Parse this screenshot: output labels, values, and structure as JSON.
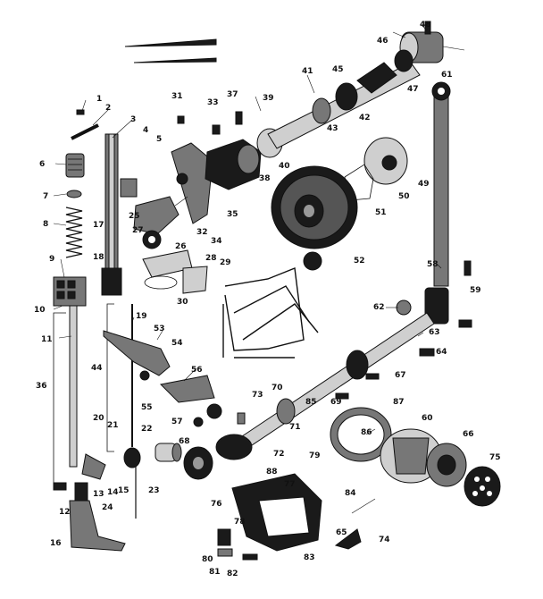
{
  "diagram": {
    "labels": [
      "1",
      "2",
      "3",
      "4",
      "5",
      "6",
      "7",
      "8",
      "9",
      "10",
      "11",
      "12",
      "13",
      "14",
      "15",
      "16",
      "17",
      "18",
      "19",
      "20",
      "21",
      "22",
      "23",
      "24",
      "25",
      "26",
      "27",
      "28",
      "29",
      "30",
      "31",
      "32",
      "33",
      "34",
      "35",
      "36",
      "37",
      "38",
      "39",
      "40",
      "41",
      "42",
      "43",
      "44",
      "45",
      "46",
      "47",
      "48",
      "49",
      "50",
      "51",
      "52",
      "53",
      "54",
      "55",
      "56",
      "57",
      "58",
      "59",
      "60",
      "61",
      "62",
      "63",
      "64",
      "65",
      "66",
      "67",
      "68",
      "69",
      "70",
      "71",
      "72",
      "73",
      "74",
      "75",
      "76",
      "77",
      "78",
      "79",
      "80",
      "81",
      "82",
      "83",
      "84",
      "85",
      "86",
      "87",
      "88"
    ]
  }
}
